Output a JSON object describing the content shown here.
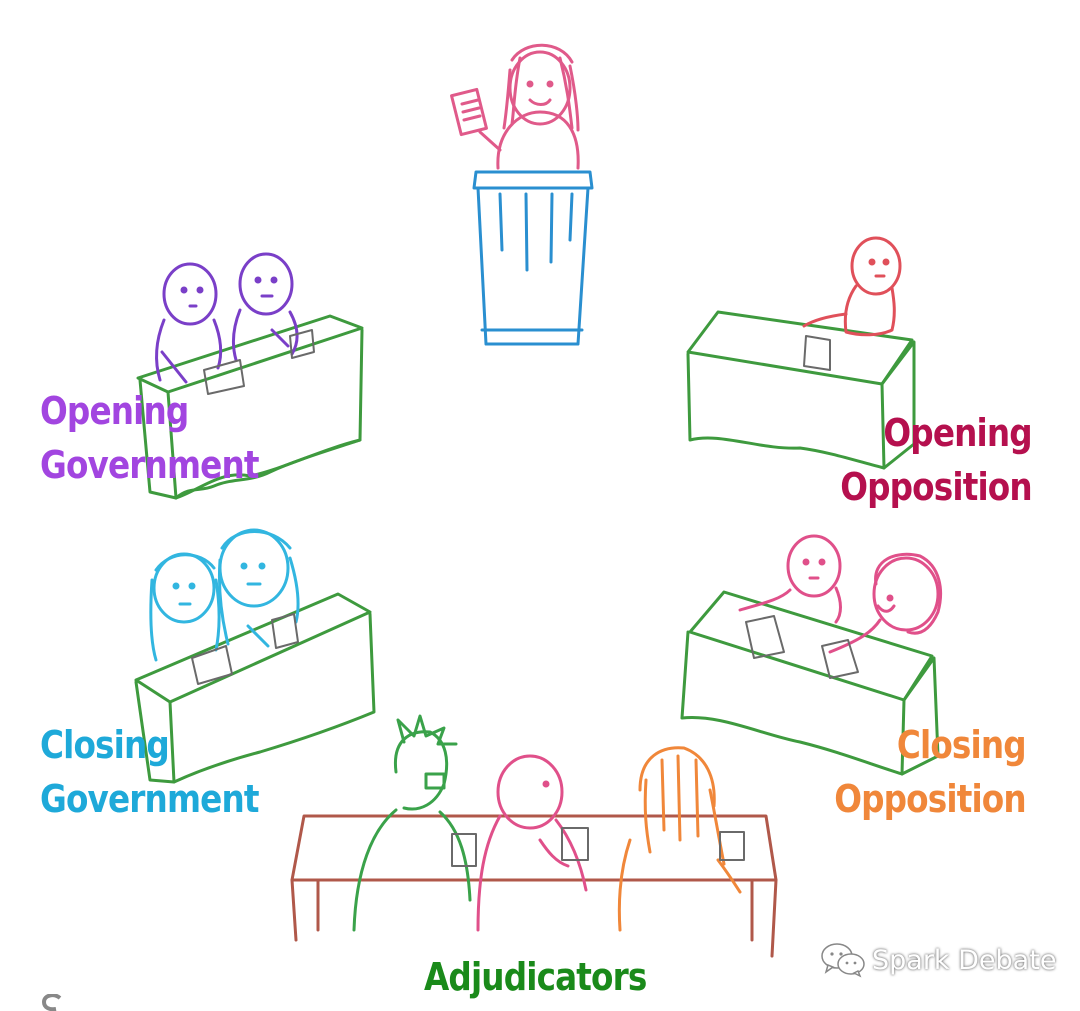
{
  "labels": {
    "opening_government": [
      "Opening",
      "Government"
    ],
    "opening_opposition": [
      "Opening",
      "Opposition"
    ],
    "closing_government": [
      "Closing",
      "Government"
    ],
    "closing_opposition": [
      "Closing",
      "Opposition"
    ],
    "adjudicators": "Adjudicators"
  },
  "watermark": {
    "text": "Spark Debate",
    "icon": "wechat-icon"
  },
  "colors": {
    "opening_government": "#a245e0",
    "opening_opposition": "#b5104e",
    "closing_government": "#1ea9d9",
    "closing_opposition": "#f0873a",
    "adjudicators": "#1a8a1a",
    "speaker": "#e05a8a",
    "podium": "#2a8fd0",
    "table": "#3e9a3e",
    "judge_table": "#b0584a"
  }
}
